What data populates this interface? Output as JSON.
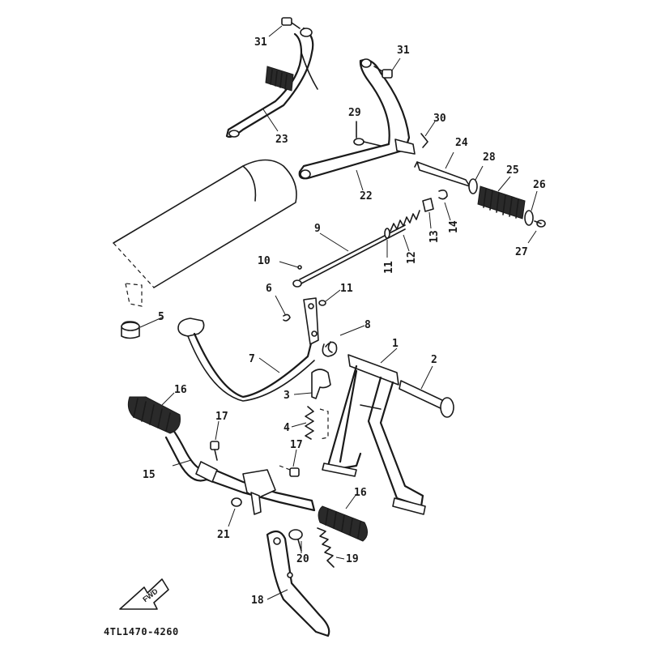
{
  "diagram": {
    "type": "exploded-parts-diagram",
    "code": "4TL1470-4260",
    "fwd_label": "FWD",
    "callouts": [
      {
        "id": "c1",
        "label": "1"
      },
      {
        "id": "c2",
        "label": "2"
      },
      {
        "id": "c3",
        "label": "3"
      },
      {
        "id": "c4",
        "label": "4"
      },
      {
        "id": "c5",
        "label": "5"
      },
      {
        "id": "c6",
        "label": "6"
      },
      {
        "id": "c7",
        "label": "7"
      },
      {
        "id": "c8",
        "label": "8"
      },
      {
        "id": "c9",
        "label": "9"
      },
      {
        "id": "c10",
        "label": "10"
      },
      {
        "id": "c11a",
        "label": "11"
      },
      {
        "id": "c11b",
        "label": "11"
      },
      {
        "id": "c12",
        "label": "12"
      },
      {
        "id": "c13",
        "label": "13"
      },
      {
        "id": "c14",
        "label": "14"
      },
      {
        "id": "c15",
        "label": "15"
      },
      {
        "id": "c16a",
        "label": "16"
      },
      {
        "id": "c16b",
        "label": "16"
      },
      {
        "id": "c17a",
        "label": "17"
      },
      {
        "id": "c17b",
        "label": "17"
      },
      {
        "id": "c18",
        "label": "18"
      },
      {
        "id": "c19",
        "label": "19"
      },
      {
        "id": "c20",
        "label": "20"
      },
      {
        "id": "c21",
        "label": "21"
      },
      {
        "id": "c22",
        "label": "22"
      },
      {
        "id": "c23",
        "label": "23"
      },
      {
        "id": "c24",
        "label": "24"
      },
      {
        "id": "c25",
        "label": "25"
      },
      {
        "id": "c26",
        "label": "26"
      },
      {
        "id": "c27",
        "label": "27"
      },
      {
        "id": "c28",
        "label": "28"
      },
      {
        "id": "c29",
        "label": "29"
      },
      {
        "id": "c30",
        "label": "30"
      },
      {
        "id": "c31a",
        "label": "31"
      },
      {
        "id": "c31b",
        "label": "31"
      }
    ]
  }
}
